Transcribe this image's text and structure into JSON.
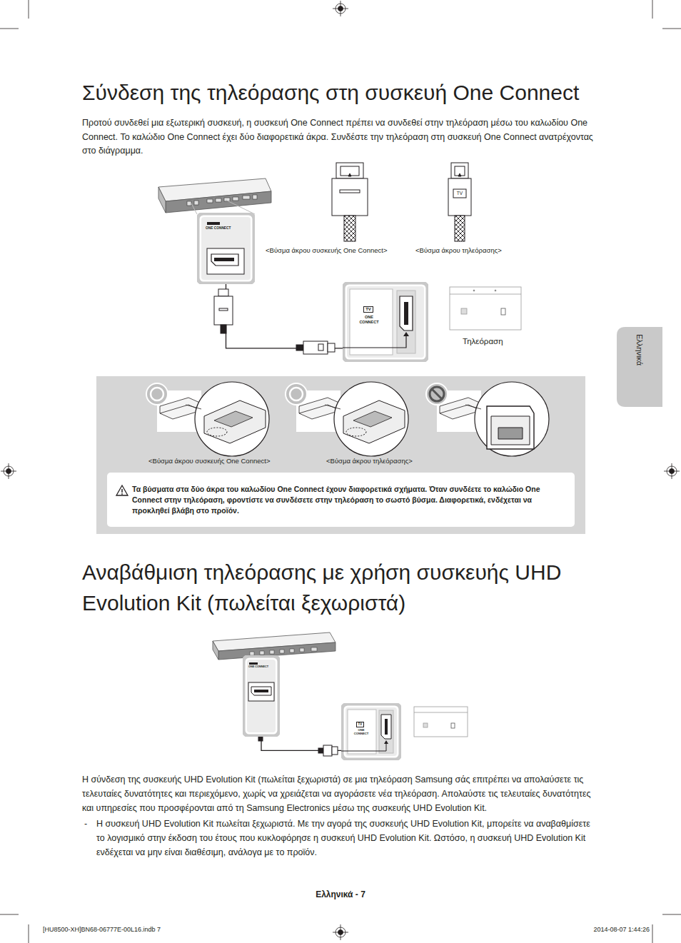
{
  "diagram": {
    "title": "Σύνδεση της τηλεόρασης στη συσκευή One Connect",
    "nodes": [
      {
        "text": [
          "ONE CONNECT"
        ]
      },
      {
        "text": [
          "TV",
          "ONE CONNECT"
        ]
      },
      {
        "text": [
          "<Βύσμα άκρου συσκευής One Connect>",
          "<Βύσμα άκρου τηλεόρασης>"
        ]
      },
      {
        "text": [
          "Τα βύσματα στα δύο άκρα του καλωδίου One Connect έχουν διαφορετικά σχήματα. Όταν συνδέετε το καλώδιο One Connect στην τηλεόραση, φροντίστε να συνδέσετε στην τηλεόραση το σωστό βύσμα. Διαφορετικά, ενδέχεται να προκληθεί βλάβη στο προϊόν."
        ],
        "in": 2
      },
      {
        "text": [
          "ONE CONNECT"
        ]
      },
      {
        "text": [
          "TV",
          "ONE CONNECT"
        ]
      },
      {
        "text": [
          "Ελληνικά"
        ]
      }
    ],
    "edges": [
      {
        "from": 0,
        "to": 1,
        "arrow": "none"
      },
      {
        "from": 4,
        "to": 5,
        "arrow": "none"
      }
    ],
    "labels": [
      "Προτού συνδεθεί μια εξωτερική συσκευή, η συσκευή One Connect πρέπει να συνδεθεί στην τηλεόραση μέσω του καλωδίου One Connect. Το καλώδιο One Connect έχει δύο διαφορετικά άκρα. Συνδέστε την τηλεόραση στη συσκευή One Connect ανατρέχοντας στο διάγραμμα.",
      "<Βύσμα άκρου συσκευής One Connect>",
      "TV",
      "<Βύσμα άκρου τηλεόρασης>",
      "Τηλεόραση",
      "Αναβάθμιση τηλεόρασης με χρήση συσκευής UHD Evolution Kit (πωλείται ξεχωριστά)",
      "Η σύνδεση της συσκευής UHD Evolution Kit (πωλείται ξεχωριστά) σε μια τηλεόραση Samsung σάς επιτρέπει να απολαύσετε τις τελευταίες δυνατότητες και περιεχόμενο, χωρίς να χρειάζεται να αγοράσετε νέα τηλεόραση. Απολαύστε τις τελευταίες δυνατότητες και υπηρεσίες που προσφέρονται από τη Samsung Electronics μέσω της συσκευής UHD Evolution Kit.",
      "-",
      "Η συσκευή UHD Evolution Kit πωλείται ξεχωριστά. Με την αγορά της συσκευής UHD Evolution Kit, μπορείτε να αναβαθμίσετε το λογισμικό στην έκδοση του έτους που κυκλοφόρησε η συσκευή UHD Evolution Kit. Ωστόσο, η συσκευή UHD Evolution Kit ενδέχεται να μην είναι διαθέσιμη, ανάλογα με το προϊόν.",
      "Ελληνικά - 7",
      "[HU8500-XH]BN68-06777E-00L16.indb 7",
      "2014-08-07 1:44:26"
    ]
  }
}
